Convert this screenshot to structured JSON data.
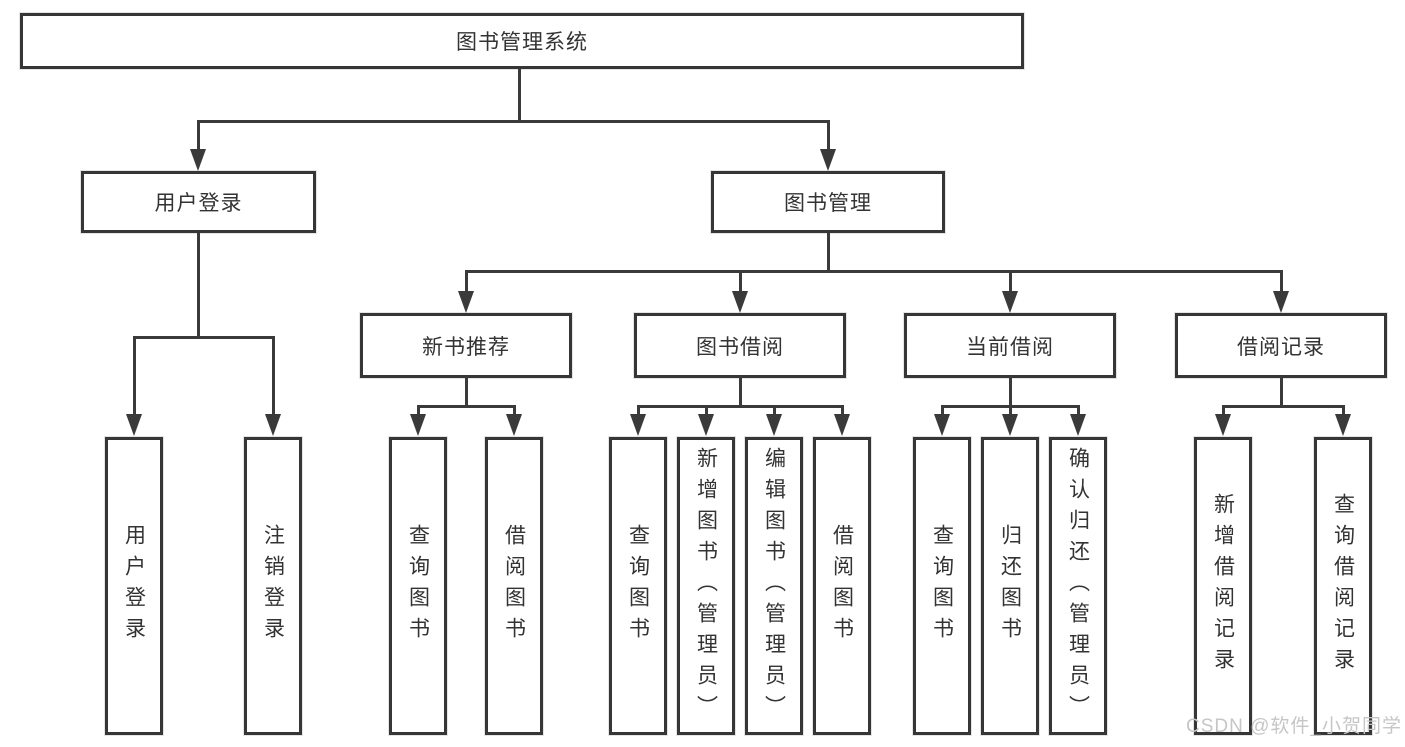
{
  "nodes": {
    "root": "图书管理系统",
    "level2": {
      "login": "用户登录",
      "management": "图书管理"
    },
    "level3": {
      "new_books": "新书推荐",
      "borrow": "图书借阅",
      "current": "当前借阅",
      "records": "借阅记录"
    },
    "leaves": {
      "login": [
        "用户登录",
        "注销登录"
      ],
      "new_books": [
        "查询图书",
        "借阅图书"
      ],
      "borrow": [
        "查询图书",
        "新增图书（管理员）",
        "编辑图书（管理员）",
        "借阅图书"
      ],
      "current": [
        "查询图书",
        "归还图书",
        "确认归还（管理员）"
      ],
      "records": [
        "新增借阅记录",
        "查询借阅记录"
      ]
    }
  },
  "watermark": "CSDN @软件_小贺同学",
  "colors": {
    "line": "#3a3a3a",
    "box_border": "#363636",
    "text": "#333333",
    "watermark": "#c6c6c6",
    "background": "#ffffff"
  }
}
